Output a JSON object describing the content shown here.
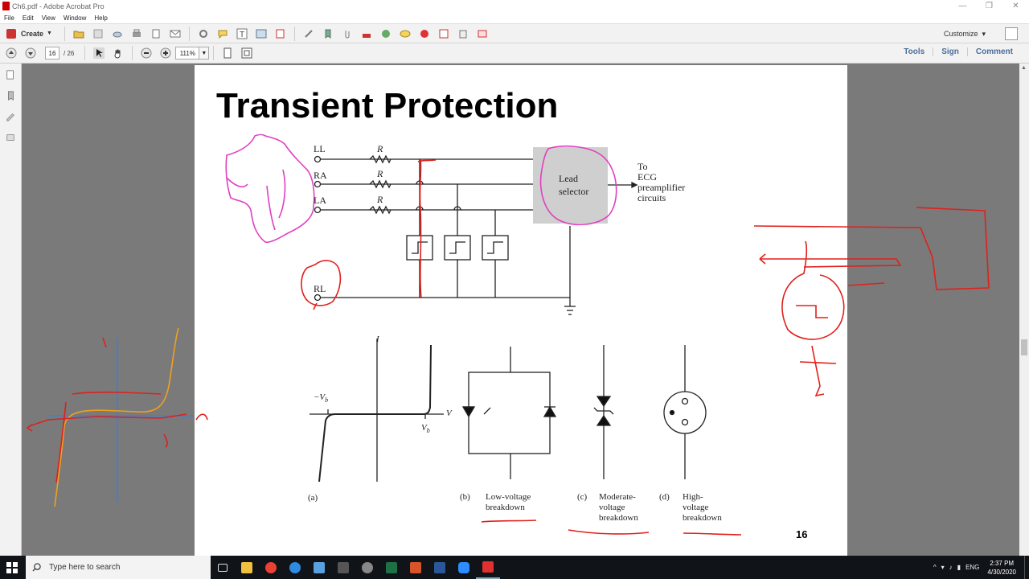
{
  "window": {
    "title": "Ch6.pdf - Adobe Acrobat Pro"
  },
  "menu": [
    "File",
    "Edit",
    "View",
    "Window",
    "Help"
  ],
  "toolbar": {
    "create_label": "Create",
    "customize_label": "Customize"
  },
  "nav": {
    "current_page": "16",
    "page_count": "/ 26",
    "zoom": "111%"
  },
  "right_links": [
    "Tools",
    "Sign",
    "Comment"
  ],
  "slide": {
    "title": "Transient Protection",
    "page_number": "16",
    "circuit": {
      "leads": [
        "LL",
        "RA",
        "LA",
        "RL"
      ],
      "resistor": "R",
      "lead_selector": [
        "Lead",
        "selector"
      ],
      "output": [
        "To",
        "ECG",
        "preamplifier",
        "circuits"
      ]
    },
    "curve": {
      "i_axis": "I",
      "v_axis": "V",
      "neg_vb": "−V",
      "vb": "V",
      "vb_sub": "b"
    },
    "captions": {
      "a": "(a)",
      "b": "(b)",
      "b_text": [
        "Low-voltage",
        "breakdown"
      ],
      "c": "(c)",
      "c_text": [
        "Moderate-",
        "voltage",
        "breakdown"
      ],
      "d": "(d)",
      "d_text": [
        "High-",
        "voltage",
        "breakdown"
      ]
    }
  },
  "taskbar": {
    "search_placeholder": "Type here to search",
    "language": "ENG",
    "time": "2:37 PM",
    "date": "4/30/2020"
  },
  "colors": {
    "annotation_red": "#e0201c",
    "annotation_pink": "#e040c0",
    "annotation_blue": "#3a7fd5",
    "annotation_orange": "#f0a020",
    "acrobat_link": "#4a6d9a"
  }
}
